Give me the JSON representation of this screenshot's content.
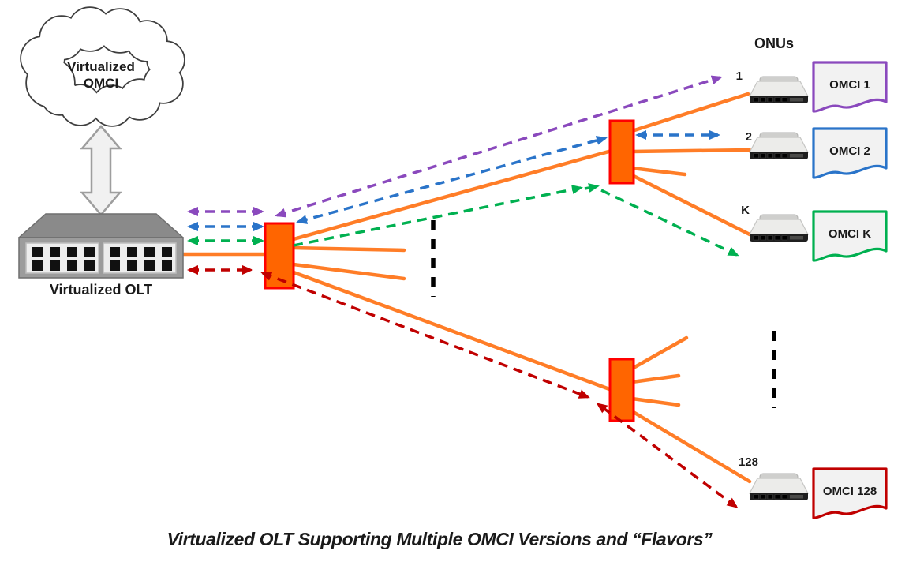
{
  "caption": "Virtualized OLT Supporting Multiple OMCI Versions and “Flavors”",
  "cloud": {
    "label_lines": [
      "Virtualized",
      "OMCI"
    ]
  },
  "olt": {
    "label": "Virtualized OLT"
  },
  "onus": {
    "heading": "ONUs",
    "items": [
      {
        "id": "1",
        "omci_label": "OMCI 1",
        "color": "#8A49BD"
      },
      {
        "id": "2",
        "omci_label": "OMCI 2",
        "color": "#2A74C9"
      },
      {
        "id": "K",
        "omci_label": "OMCI K",
        "color": "#00B050"
      },
      {
        "id": "128",
        "omci_label": "OMCI 128",
        "color": "#C00000"
      }
    ]
  },
  "colors": {
    "purple": "#8A49BD",
    "blue": "#2A74C9",
    "green": "#00B050",
    "orange": "#FF7D27",
    "dark_red": "#C00000",
    "splitter_fill": "#FF6500",
    "splitter_border": "#FF0000",
    "doc_fill": "#F2F2F2",
    "black": "#000000"
  }
}
